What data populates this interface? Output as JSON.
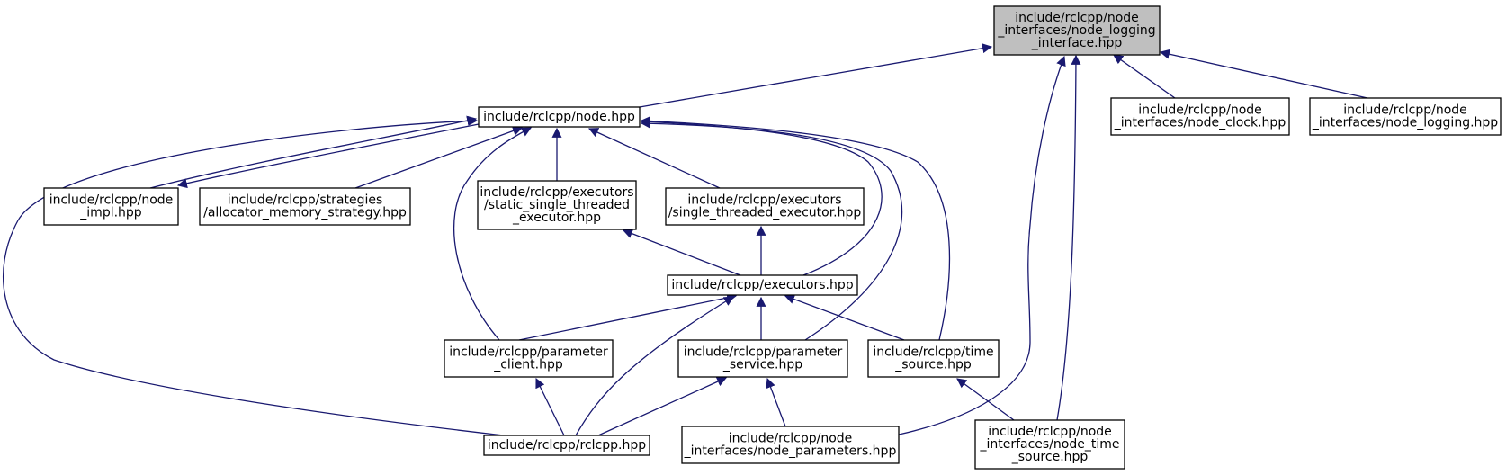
{
  "diagram": {
    "type": "include-dependency-graph",
    "edge_color": "#191970",
    "root_fill": "#bfbfbf",
    "nodes": [
      {
        "id": "node_logging_interface",
        "root": true,
        "lines": [
          "include/rclcpp/node",
          "_interfaces/node_logging",
          "_interface.hpp"
        ]
      },
      {
        "id": "node_hpp",
        "lines": [
          "include/rclcpp/node.hpp"
        ]
      },
      {
        "id": "node_clock",
        "lines": [
          "include/rclcpp/node",
          "_interfaces/node_clock.hpp"
        ]
      },
      {
        "id": "node_logging",
        "lines": [
          "include/rclcpp/node",
          "_interfaces/node_logging.hpp"
        ]
      },
      {
        "id": "node_impl",
        "lines": [
          "include/rclcpp/node",
          "_impl.hpp"
        ]
      },
      {
        "id": "allocator_memory_strategy",
        "lines": [
          "include/rclcpp/strategies",
          "/allocator_memory_strategy.hpp"
        ]
      },
      {
        "id": "static_single_threaded_executor",
        "lines": [
          "include/rclcpp/executors",
          "/static_single_threaded",
          "_executor.hpp"
        ]
      },
      {
        "id": "single_threaded_executor",
        "lines": [
          "include/rclcpp/executors",
          "/single_threaded_executor.hpp"
        ]
      },
      {
        "id": "executors",
        "lines": [
          "include/rclcpp/executors.hpp"
        ]
      },
      {
        "id": "parameter_client",
        "lines": [
          "include/rclcpp/parameter",
          "_client.hpp"
        ]
      },
      {
        "id": "parameter_service",
        "lines": [
          "include/rclcpp/parameter",
          "_service.hpp"
        ]
      },
      {
        "id": "time_source",
        "lines": [
          "include/rclcpp/time",
          "_source.hpp"
        ]
      },
      {
        "id": "rclcpp_hpp",
        "lines": [
          "include/rclcpp/rclcpp.hpp"
        ]
      },
      {
        "id": "node_parameters",
        "lines": [
          "include/rclcpp/node",
          "_interfaces/node_parameters.hpp"
        ]
      },
      {
        "id": "node_time_source",
        "lines": [
          "include/rclcpp/node",
          "_interfaces/node_time",
          "_source.hpp"
        ]
      }
    ],
    "edges": [
      {
        "from": "node_hpp",
        "to": "node_logging_interface"
      },
      {
        "from": "node_clock",
        "to": "node_logging_interface"
      },
      {
        "from": "node_logging",
        "to": "node_logging_interface"
      },
      {
        "from": "node_parameters",
        "to": "node_logging_interface"
      },
      {
        "from": "node_time_source",
        "to": "node_logging_interface"
      },
      {
        "from": "node_impl",
        "to": "node_hpp"
      },
      {
        "from": "node_hpp",
        "to": "node_impl"
      },
      {
        "from": "allocator_memory_strategy",
        "to": "node_hpp"
      },
      {
        "from": "static_single_threaded_executor",
        "to": "node_hpp"
      },
      {
        "from": "single_threaded_executor",
        "to": "node_hpp"
      },
      {
        "from": "executors",
        "to": "node_hpp"
      },
      {
        "from": "parameter_client",
        "to": "node_hpp"
      },
      {
        "from": "parameter_service",
        "to": "node_hpp"
      },
      {
        "from": "time_source",
        "to": "node_hpp"
      },
      {
        "from": "rclcpp_hpp",
        "to": "node_hpp"
      },
      {
        "from": "executors",
        "to": "static_single_threaded_executor"
      },
      {
        "from": "executors",
        "to": "single_threaded_executor"
      },
      {
        "from": "parameter_client",
        "to": "executors"
      },
      {
        "from": "parameter_service",
        "to": "executors"
      },
      {
        "from": "time_source",
        "to": "executors"
      },
      {
        "from": "rclcpp_hpp",
        "to": "executors"
      },
      {
        "from": "rclcpp_hpp",
        "to": "parameter_client"
      },
      {
        "from": "rclcpp_hpp",
        "to": "parameter_service"
      },
      {
        "from": "node_parameters",
        "to": "parameter_service"
      },
      {
        "from": "node_time_source",
        "to": "time_source"
      }
    ]
  }
}
